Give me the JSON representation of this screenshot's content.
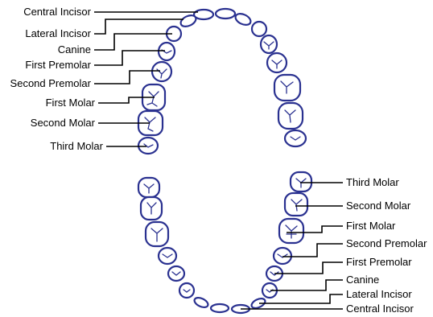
{
  "upper_labels": [
    "Central Incisor",
    "Lateral Incisor",
    "Canine",
    "First Premolar",
    "Second Premolar",
    "First Molar",
    "Second Molar",
    "Third Molar"
  ],
  "lower_labels": [
    "Third Molar",
    "Second Molar",
    "First Molar",
    "Second Premolar",
    "First Premolar",
    "Canine",
    "Lateral Incisor",
    "Central Incisor"
  ],
  "colors": {
    "tooth_outline": "#2a3190",
    "leader_line": "#000000",
    "text": "#000000"
  }
}
